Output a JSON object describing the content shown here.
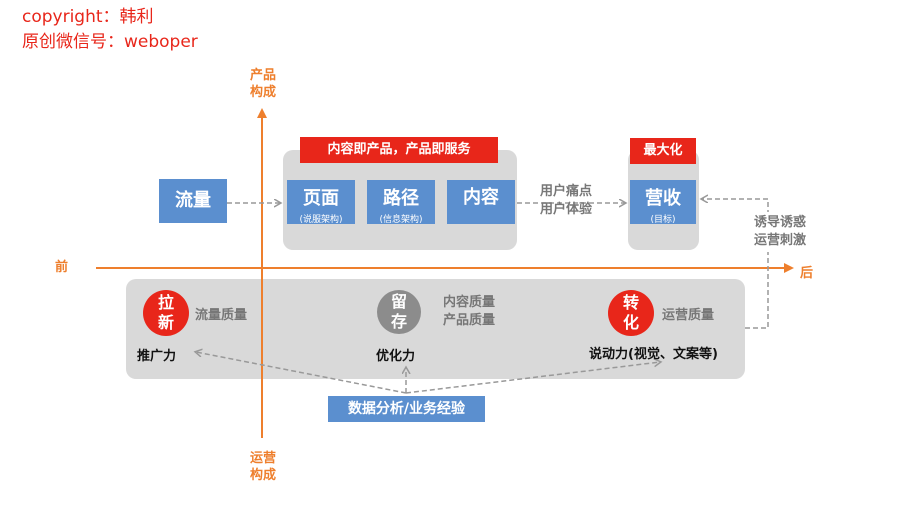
{
  "copyright": {
    "line1": "copyright：韩利",
    "line2": "原创微信号：weboper"
  },
  "axes": {
    "top_label": [
      "产品",
      "构成"
    ],
    "bottom_label": [
      "运营",
      "构成"
    ],
    "left_label": "前",
    "right_label": "后"
  },
  "product_flow": {
    "traffic": "流量",
    "banner": "内容即产品，产品即服务",
    "page": {
      "title": "页面",
      "sub": "(说服架构)"
    },
    "path": {
      "title": "路径",
      "sub": "(信息架构)"
    },
    "content": "内容",
    "pain_points": [
      "用户痛点",
      "用户体验"
    ],
    "maximize": "最大化",
    "revenue": {
      "title": "营收",
      "sub": "(目标)"
    },
    "induce": [
      "诱导诱惑",
      "运营刺激"
    ]
  },
  "operations": {
    "acquire": {
      "circle": [
        "拉",
        "新"
      ],
      "quality": "流量质量",
      "label": "推广力"
    },
    "retain": {
      "circle": [
        "留",
        "存"
      ],
      "quality": [
        "内容质量",
        "产品质量"
      ],
      "label": "优化力"
    },
    "convert": {
      "circle": [
        "转",
        "化"
      ],
      "quality": "运营质量",
      "label": "说动力(视觉、文案等)"
    },
    "data_box": "数据分析/业务经验"
  },
  "colors": {
    "orange_axis": "#ee7f2d",
    "blue": "#5b8fcf",
    "red": "#e8261a",
    "panel_grey": "#d9d9d9",
    "circle_grey": "#8c8c8c"
  }
}
